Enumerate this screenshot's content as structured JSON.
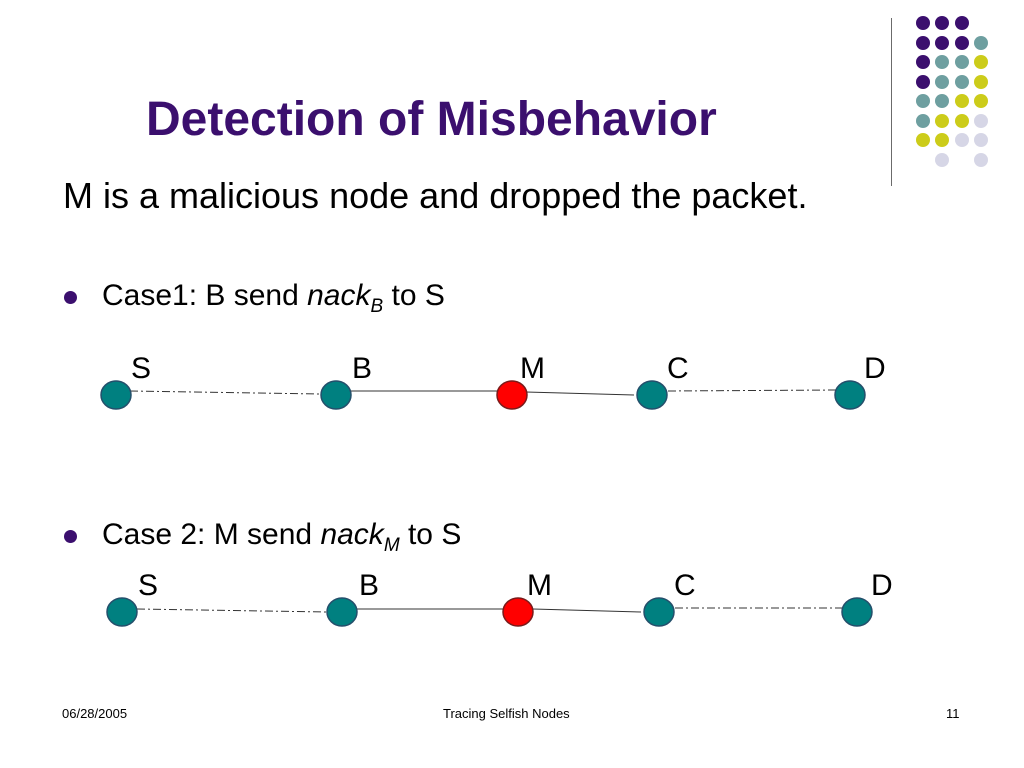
{
  "slide": {
    "title": "Detection of Misbehavior",
    "subtitle": "M is a malicious node and dropped the packet.",
    "cases": [
      {
        "prefix": "Case1: B send ",
        "term": "nack",
        "sub": "B",
        "suffix": " to S"
      },
      {
        "prefix": "Case 2: M send ",
        "term": "nack",
        "sub": "M",
        "suffix": " to S"
      }
    ],
    "diagrams": [
      {
        "labels": [
          "S",
          "B",
          "M",
          "C",
          "D"
        ]
      },
      {
        "labels": [
          "S",
          "B",
          "M",
          "C",
          "D"
        ]
      }
    ]
  },
  "footer": {
    "date": "06/28/2005",
    "center": "Tracing Selfish Nodes",
    "page": "11"
  },
  "colors": {
    "title": "#3b0f6e",
    "node": "#008080",
    "malicious_node": "#ff0000",
    "deco_purple": "#3b0f6e",
    "deco_teal": "#6e9fa0",
    "deco_yellow": "#cccc1a",
    "deco_lavender": "#d6d6e6"
  }
}
